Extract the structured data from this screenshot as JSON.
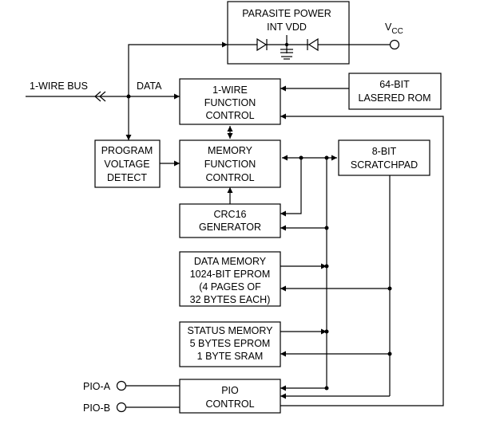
{
  "blocks": {
    "parasite": {
      "line1": "PARASITE POWER",
      "line2": "INT VDD"
    },
    "vcc": {
      "main": "V",
      "sub": "CC"
    },
    "onewire_bus": "1-WIRE BUS",
    "data": "DATA",
    "function_control": {
      "line1": "1-WIRE",
      "line2": "FUNCTION",
      "line3": "CONTROL"
    },
    "rom": {
      "line1": "64-BIT",
      "line2": "LASERED ROM"
    },
    "program_voltage": {
      "line1": "PROGRAM",
      "line2": "VOLTAGE",
      "line3": "DETECT"
    },
    "memory_function": {
      "line1": "MEMORY",
      "line2": "FUNCTION",
      "line3": "CONTROL"
    },
    "scratchpad": {
      "line1": "8-BIT",
      "line2": "SCRATCHPAD"
    },
    "crc16": {
      "line1": "CRC16",
      "line2": "GENERATOR"
    },
    "data_memory": {
      "line1": "DATA MEMORY",
      "line2": "1024-BIT EPROM",
      "line3": "(4 PAGES OF",
      "line4": "32 BYTES EACH)"
    },
    "status_memory": {
      "line1": "STATUS MEMORY",
      "line2": "5 BYTES EPROM",
      "line3": "1 BYTE SRAM"
    },
    "pio_control": {
      "line1": "PIO",
      "line2": "CONTROL"
    },
    "pio_a": "PIO-A",
    "pio_b": "PIO-B"
  }
}
